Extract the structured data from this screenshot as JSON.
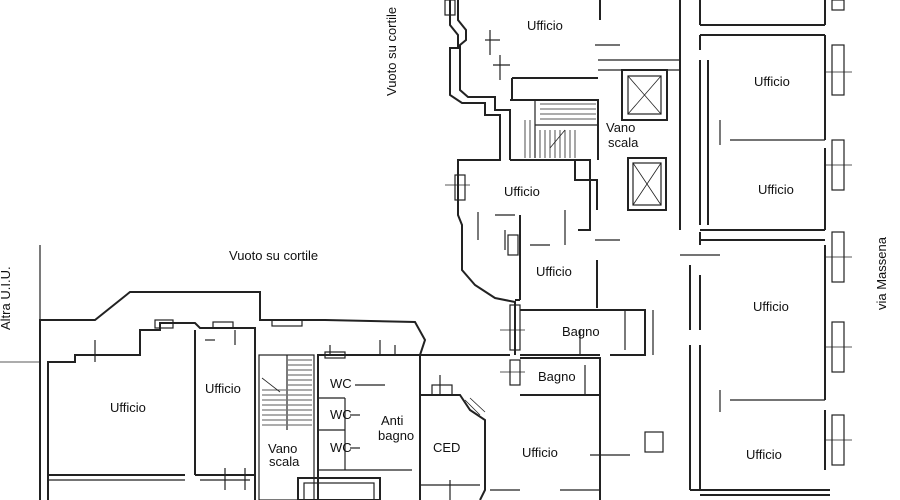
{
  "labels": {
    "vuoto_top": "Vuoto su cortile",
    "vuoto_mid": "Vuoto su cortile",
    "ufficio_top": "Ufficio",
    "ufficio_r1": "Ufficio",
    "ufficio_r2": "Ufficio",
    "ufficio_mid": "Ufficio",
    "ufficio_mid2": "Ufficio",
    "ufficio_r3": "Ufficio",
    "ufficio_bottom_center": "Ufficio",
    "ufficio_bottom_right": "Ufficio",
    "ufficio_left": "Ufficio",
    "ufficio_left2": "Ufficio",
    "vano_scala_top_1": "Vano",
    "vano_scala_top_2": "scala",
    "vano_scala_bottom_1": "Vano",
    "vano_scala_bottom_2": "scala",
    "bagno_1": "Bagno",
    "bagno_2": "Bagno",
    "wc_1": "WC",
    "wc_2": "WC",
    "wc_3": "WC",
    "anti_bagno_1": "Anti",
    "anti_bagno_2": "bagno",
    "ced": "CED",
    "via_massena": "via Massena",
    "altra_uiu": "Altra U.I.U."
  }
}
